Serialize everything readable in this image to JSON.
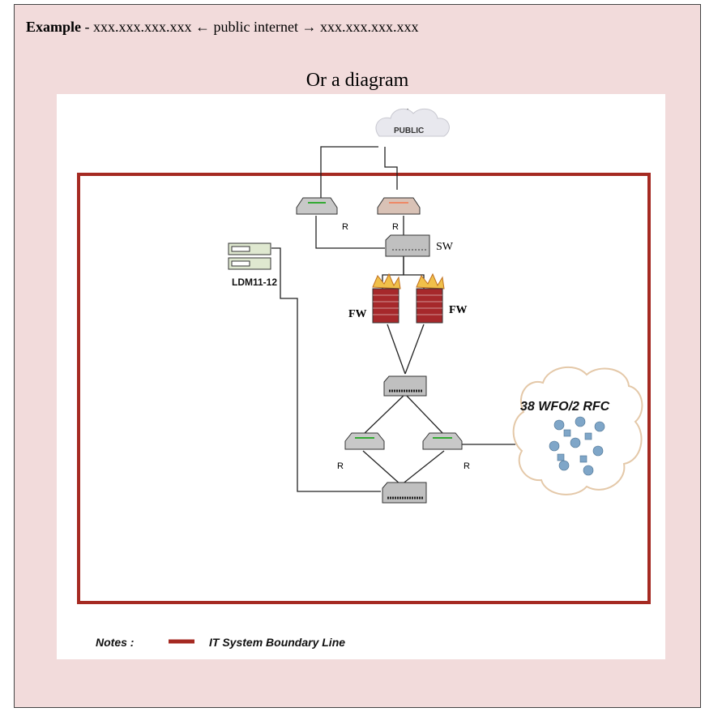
{
  "example": {
    "label": "Example",
    "text": " - xxx.xxx.xxx.xxx ← public internet → xxx.xxx.xxx.xxx"
  },
  "caption": "Or a diagram",
  "diagram": {
    "cloud_public": "PUBLIC",
    "router_label": "R",
    "switch_label": "SW",
    "firewall_label": "FW",
    "ldm_label": "LDM11-12",
    "wfo_cloud_label": "38 WFO/2 RFC",
    "notes_label": "Notes :",
    "legend_text": "IT System Boundary Line",
    "boundary_color": "#a52a22"
  }
}
